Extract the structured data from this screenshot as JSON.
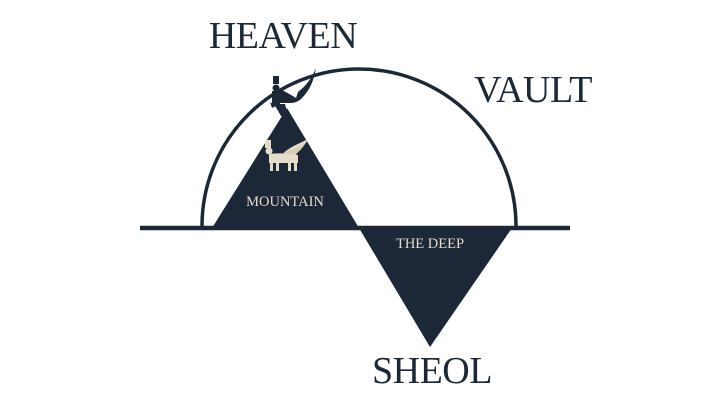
{
  "labels": {
    "heaven": "HEAVEN",
    "vault": "VAULT",
    "mountain": "MOUNTAIN",
    "the_deep": "THE DEEP",
    "sheol": "SHEOL"
  },
  "icons": {
    "summit_figure": "winged-deity-icon",
    "mountain_figure": "winged-bull-icon"
  },
  "colors": {
    "ink": "#1c2838",
    "light_text": "#e6ddc8",
    "background": "#ffffff"
  }
}
